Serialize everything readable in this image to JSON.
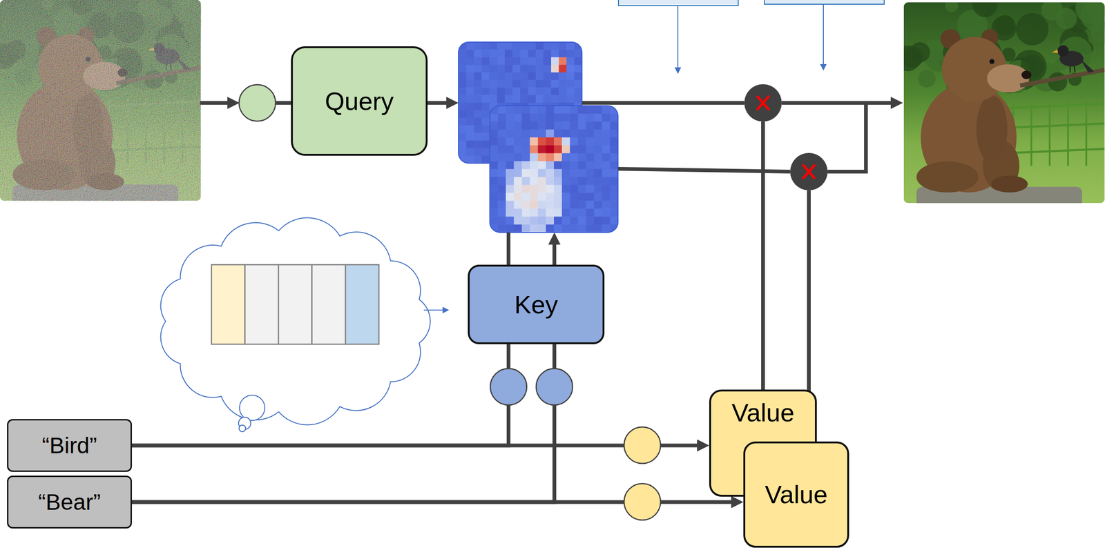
{
  "diagram": {
    "nodes": [
      {
        "text": [
          "Query"
        ]
      },
      {
        "text": [
          "Key"
        ]
      },
      {
        "text": [
          "“Bird”"
        ]
      },
      {
        "text": [
          "“Bear”"
        ]
      },
      {
        "text": [
          "Value"
        ]
      },
      {
        "text": [
          "Value"
        ]
      }
    ],
    "edges": [
      {
        "from": 2,
        "to": 1,
        "arrow": "none"
      },
      {
        "from": 3,
        "to": 1,
        "arrow": "none"
      },
      {
        "from": 2,
        "to": 4,
        "arrow": "to"
      },
      {
        "from": 3,
        "to": 5,
        "arrow": "to"
      }
    ]
  }
}
